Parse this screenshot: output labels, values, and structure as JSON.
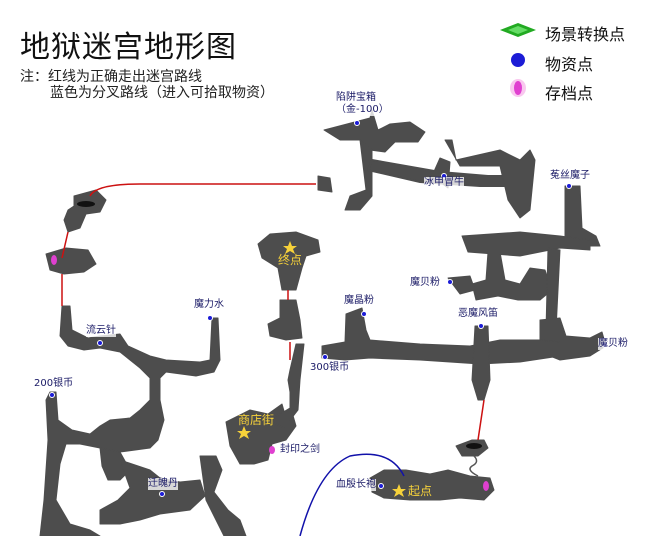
{
  "title": "地狱迷宫地形图",
  "notes": [
    "注：红线为正确走出迷宫路线",
    "蓝色为分叉路线（进入可拾取物资）"
  ],
  "legend": [
    {
      "icon": "scene-transition-icon",
      "label": "场景转换点",
      "color": "#22aa22"
    },
    {
      "icon": "item-icon",
      "label": "物资点",
      "color": "#1c1cd6"
    },
    {
      "icon": "save-point-icon",
      "label": "存档点",
      "color": "#e040d0"
    }
  ],
  "labels": {
    "trap_chest": "陷阱宝箱",
    "trap_chest_sub": "（金-100）",
    "ice_armor": "冰甲冒牛",
    "elf_demon": "菟丝魔子",
    "shell_powder_1": "魔贝粉",
    "crystal_powder": "魔晶粉",
    "demon_flute": "恶魔风笛",
    "shell_powder_2": "魔贝粉",
    "silver_300": "300银币",
    "strength_water": "魔力水",
    "cloud_needle": "流云针",
    "silver_200": "200银币",
    "seal_sword": "封印之剑",
    "soul_pill": "迁魄丹",
    "blood_robe": "血殷长袍",
    "shop_street": "商店街",
    "end_point": "终点",
    "start_point": "起点"
  },
  "colors": {
    "rock": "#4d4d4d",
    "route_red": "#cc1111",
    "route_blue": "#1111aa",
    "star": "#f7d23a"
  }
}
